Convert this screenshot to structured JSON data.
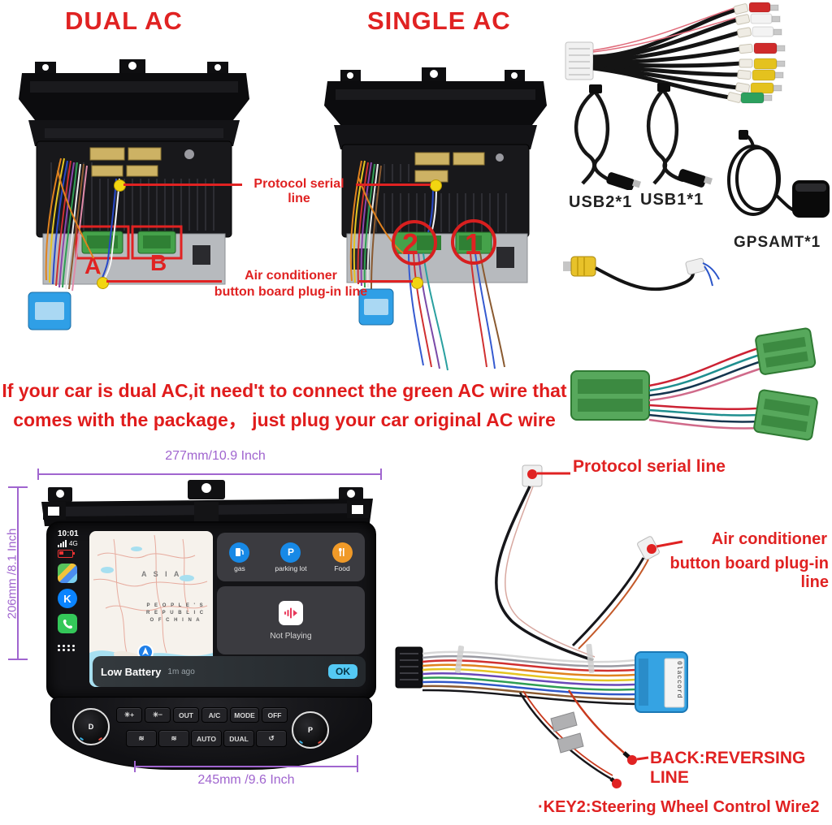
{
  "titles": {
    "dual_ac": "DUAL AC",
    "single_ac": "SINGLE AC"
  },
  "callouts": {
    "protocol_serial_line": "Protocol serial line",
    "air_conditioner_line1": "Air conditioner",
    "air_conditioner_line2": "button board plug-in line",
    "connector_a": "A",
    "connector_b": "B",
    "circle_2": "2",
    "circle_1": "1"
  },
  "accessories": {
    "usb2": "USB2*1",
    "usb1": "USB1*1",
    "gps": "GPSAMT*1"
  },
  "note": {
    "line1": "If your car is dual AC,it need't to connect the green AC wire that",
    "line2": "comes with the package， just plug your car original AC wire"
  },
  "dimensions": {
    "width_top": "277mm/10.9 Inch",
    "height_left": "206mm /8.1 Inch",
    "width_bottom": "245mm /9.6 Inch"
  },
  "screen": {
    "clock": "10:01",
    "network": "4G",
    "map_region": "A S I A",
    "map_country_line1": "P E O P L E ' S",
    "map_country_line2": "R E P U B L I C",
    "map_country_line3": "O F  C H I N A",
    "shortcut_gas": "gas",
    "shortcut_parking": "parking lot",
    "shortcut_food": "Food",
    "media_status": "Not Playing",
    "notification_title": "Low Battery",
    "notification_time": "1m ago",
    "notification_ok": "OK"
  },
  "panel": {
    "knob_left": "D",
    "knob_right": "P",
    "buttons_row1": [
      "OUT",
      "A/C",
      "MODE",
      "OFF"
    ],
    "buttons_row2": [
      "AUTO",
      "DUAL"
    ],
    "icons": {
      "fan_up": "✳+",
      "fan_down": "✳−",
      "defrost_front": "≋",
      "defrost_rear": "≋",
      "recirculate": "↺"
    }
  },
  "icons": {
    "k_app_letter": "K",
    "parking_letter": "P"
  },
  "harness_labels": {
    "protocol_serial_line": "Protocol serial line",
    "air_conditioner_line1": "Air conditioner",
    "air_conditioner_line2": "button board plug-in line",
    "back_reversing": "BACK:REVERSING LINE",
    "key2": "·KEY2:Steering Wheel Control Wire2",
    "blue_connector_text": "0laccord"
  },
  "colors": {
    "label_red": "#e02222",
    "dimension_purple": "#a065cf",
    "connector_green": "#4aa04e",
    "connector_blue": "#35a3e3",
    "ok_cyan": "#54c9f4"
  }
}
